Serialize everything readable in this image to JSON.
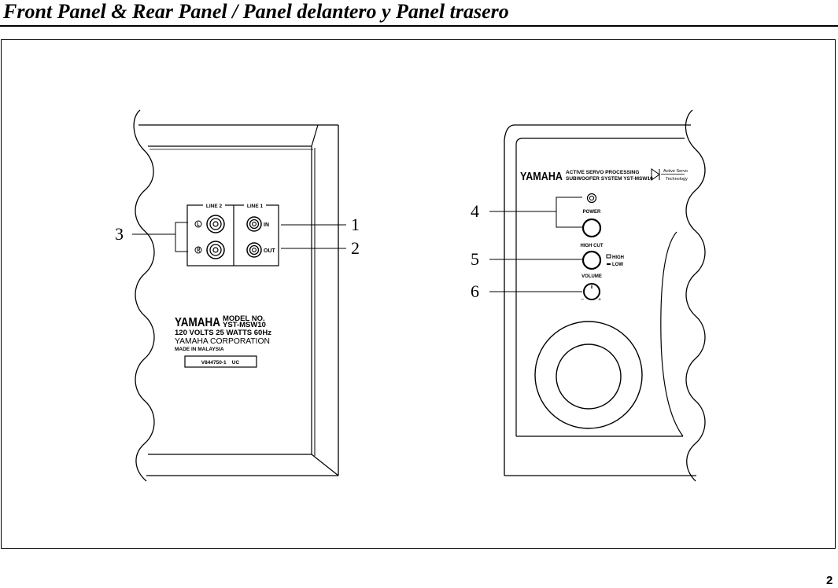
{
  "header": {
    "title": "Front Panel & Rear Panel / Panel delantero y Panel trasero"
  },
  "page_number": "2",
  "rear_panel": {
    "line2_label": "LINE 2",
    "line1_label": "LINE 1",
    "in_label": "IN",
    "out_label": "OUT",
    "brand": "YAMAHA",
    "model_heading": "MODEL NO.",
    "model_number": "YST-MSW10",
    "rating": "120 VOLTS 25 WATTS 60Hz",
    "corporation": "YAMAHA CORPORATION",
    "origin": "MADE IN MALAYSIA",
    "serial": "V844750-1    UC"
  },
  "front_panel": {
    "brand": "YAMAHA",
    "subtitle_line1": "ACTIVE SERVO PROCESSING",
    "subtitle_line2": "SUBWOOFER SYSTEM YST-MSW10",
    "logo_line1": "Active Servo",
    "logo_line2": "Technology",
    "power_label": "POWER",
    "highcut_label": "HIGH CUT",
    "high_label": "HIGH",
    "low_label": "LOW",
    "volume_label": "VOLUME"
  },
  "callouts": [
    "1",
    "2",
    "3",
    "4",
    "5",
    "6"
  ]
}
